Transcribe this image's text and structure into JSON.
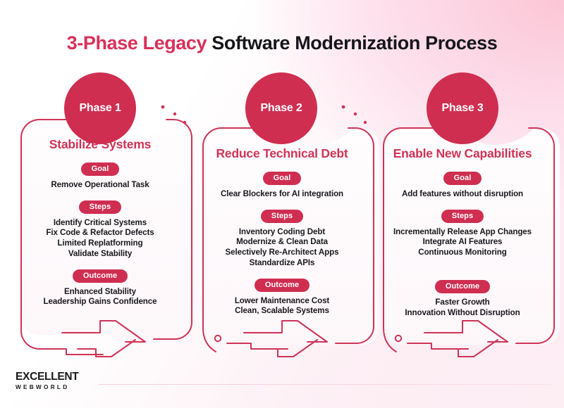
{
  "header": {
    "title_accent": "3-Phase Legacy",
    "title_rest": "Software Modernization Process"
  },
  "theme": {
    "brand": "#cf2e51",
    "title_accent": "#d9305a",
    "phase_title": "#cf3356",
    "text": "#17171b",
    "card_bg": "#fdfbfc",
    "bg_pink": "#fbc6d6"
  },
  "labels": {
    "goal": "Goal",
    "steps": "Steps",
    "outcome": "Outcome"
  },
  "phases": [
    {
      "badge": "Phase 1",
      "title": "Stabilize Systems",
      "goal": [
        "Remove Operational Task"
      ],
      "steps": [
        "Identify Critical Systems",
        "Fix Code & Refactor Defects",
        "Limited Replatforming",
        "Validate Stability"
      ],
      "outcome": [
        "Enhanced Stability",
        "Leadership Gains Confidence"
      ]
    },
    {
      "badge": "Phase 2",
      "title": "Reduce Technical Debt",
      "goal": [
        "Clear Blockers for AI integration"
      ],
      "steps": [
        "Inventory Coding Debt",
        "Modernize & Clean Data",
        "Selectively Re-Architect Apps",
        "Standardize APIs"
      ],
      "outcome": [
        "Lower Maintenance Cost",
        "Clean, Scalable Systems"
      ]
    },
    {
      "badge": "Phase 3",
      "title": "Enable New Capabilities",
      "goal": [
        "Add features without disruption"
      ],
      "steps": [
        "Incrementally Release App Changes",
        "Integrate AI Features",
        "Continuous Monitoring"
      ],
      "outcome": [
        "Faster Growth",
        "Innovation Without Disruption"
      ]
    }
  ],
  "logo": {
    "line1": "EXCELLENT",
    "line2": "WEBWORLD"
  }
}
